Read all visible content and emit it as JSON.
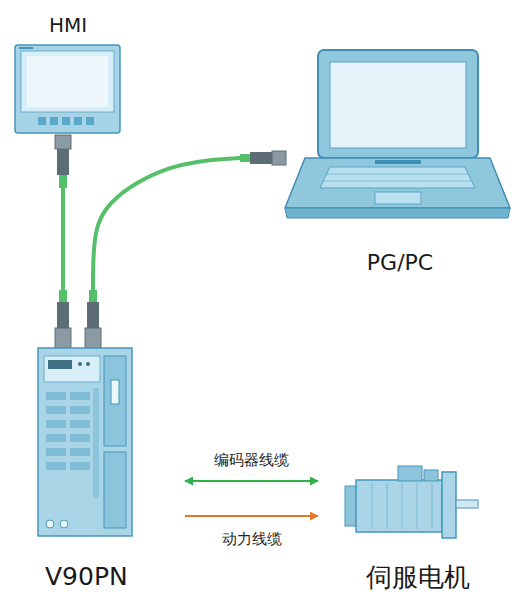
{
  "diagram": {
    "nodes": [
      {
        "text": [
          "HMI"
        ]
      },
      {
        "text": [
          "PG/PC"
        ]
      },
      {
        "text": [
          "V90PN"
        ]
      },
      {
        "text": [
          "伺服电机"
        ]
      }
    ],
    "edges": [
      {
        "from": 0,
        "to": 2,
        "arrow": "none"
      },
      {
        "from": 1,
        "to": 2,
        "arrow": "none"
      },
      {
        "from": 2,
        "to": 3,
        "label": "编码器线缆",
        "arrow": "both"
      },
      {
        "from": 2,
        "to": 3,
        "label": "动力线缆",
        "arrow": "to"
      }
    ]
  }
}
